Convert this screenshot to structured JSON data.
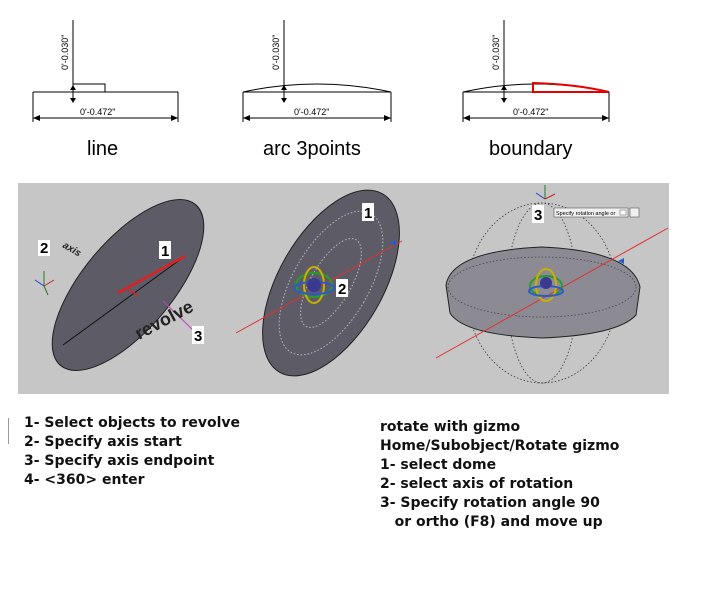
{
  "drawings": [
    {
      "caption": "line",
      "height_dim": "0'-0.030\"",
      "width_dim": "0'-0.472\""
    },
    {
      "caption": "arc 3points",
      "height_dim": "0'-0.030\"",
      "width_dim": "0'-0.472\""
    },
    {
      "caption": "boundary",
      "height_dim": "0'-0.030\"",
      "width_dim": "0'-0.472\""
    }
  ],
  "panel1": {
    "label_1": "1",
    "label_2": "2",
    "label_3": "3",
    "axis_text": "axis",
    "revolve_text": "revolve"
  },
  "panel2": {
    "label_1": "1",
    "label_2": "2"
  },
  "panel3": {
    "label_3": "3",
    "prompt": "Specify rotation angle or"
  },
  "steps_left": [
    "1- Select objects to revolve",
    "2- Specify axis start",
    "3- Specify axis endpoint",
    "4- <360> enter"
  ],
  "steps_right": [
    "rotate with gizmo",
    "Home/Subobject/Rotate gizmo",
    "1- select dome",
    "2- select axis of rotation",
    "3- Specify rotation angle 90",
    "   or ortho (F8) and move up"
  ],
  "colors": {
    "viewport_bg": "#c6c6c6",
    "boundary_red": "#e60000",
    "axis_red": "#e03030"
  }
}
